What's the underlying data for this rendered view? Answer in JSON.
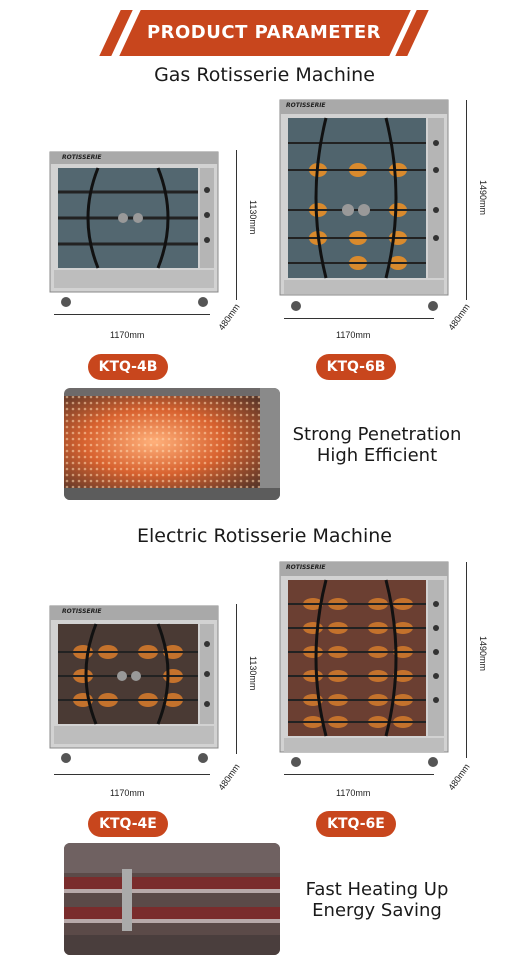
{
  "header": {
    "title": "PRODUCT PARAMETER"
  },
  "gas": {
    "title": "Gas Rotisserie Machine",
    "models": [
      {
        "label": "KTQ-4B",
        "brand": "ROTISSERIE",
        "width": "1170mm",
        "depth": "480mm",
        "height": "1130mm"
      },
      {
        "label": "KTQ-6B",
        "brand": "ROTISSERIE",
        "width": "1170mm",
        "depth": "480mm",
        "height": "1490mm"
      }
    ],
    "feature_line1": "Strong Penetration",
    "feature_line2": "High Efficient"
  },
  "electric": {
    "title": "Electric Rotisserie Machine",
    "models": [
      {
        "label": "KTQ-4E",
        "brand": "ROTISSERIE",
        "width": "1170mm",
        "depth": "480mm",
        "height": "1130mm"
      },
      {
        "label": "KTQ-6E",
        "brand": "ROTISSERIE",
        "width": "1170mm",
        "depth": "480mm",
        "height": "1490mm"
      }
    ],
    "feature_line1": "Fast Heating Up",
    "feature_line2": "Energy Saving"
  },
  "colors": {
    "accent": "#c8461d",
    "steel": "#c9c9c9",
    "dark_steel": "#8a8a8a"
  }
}
